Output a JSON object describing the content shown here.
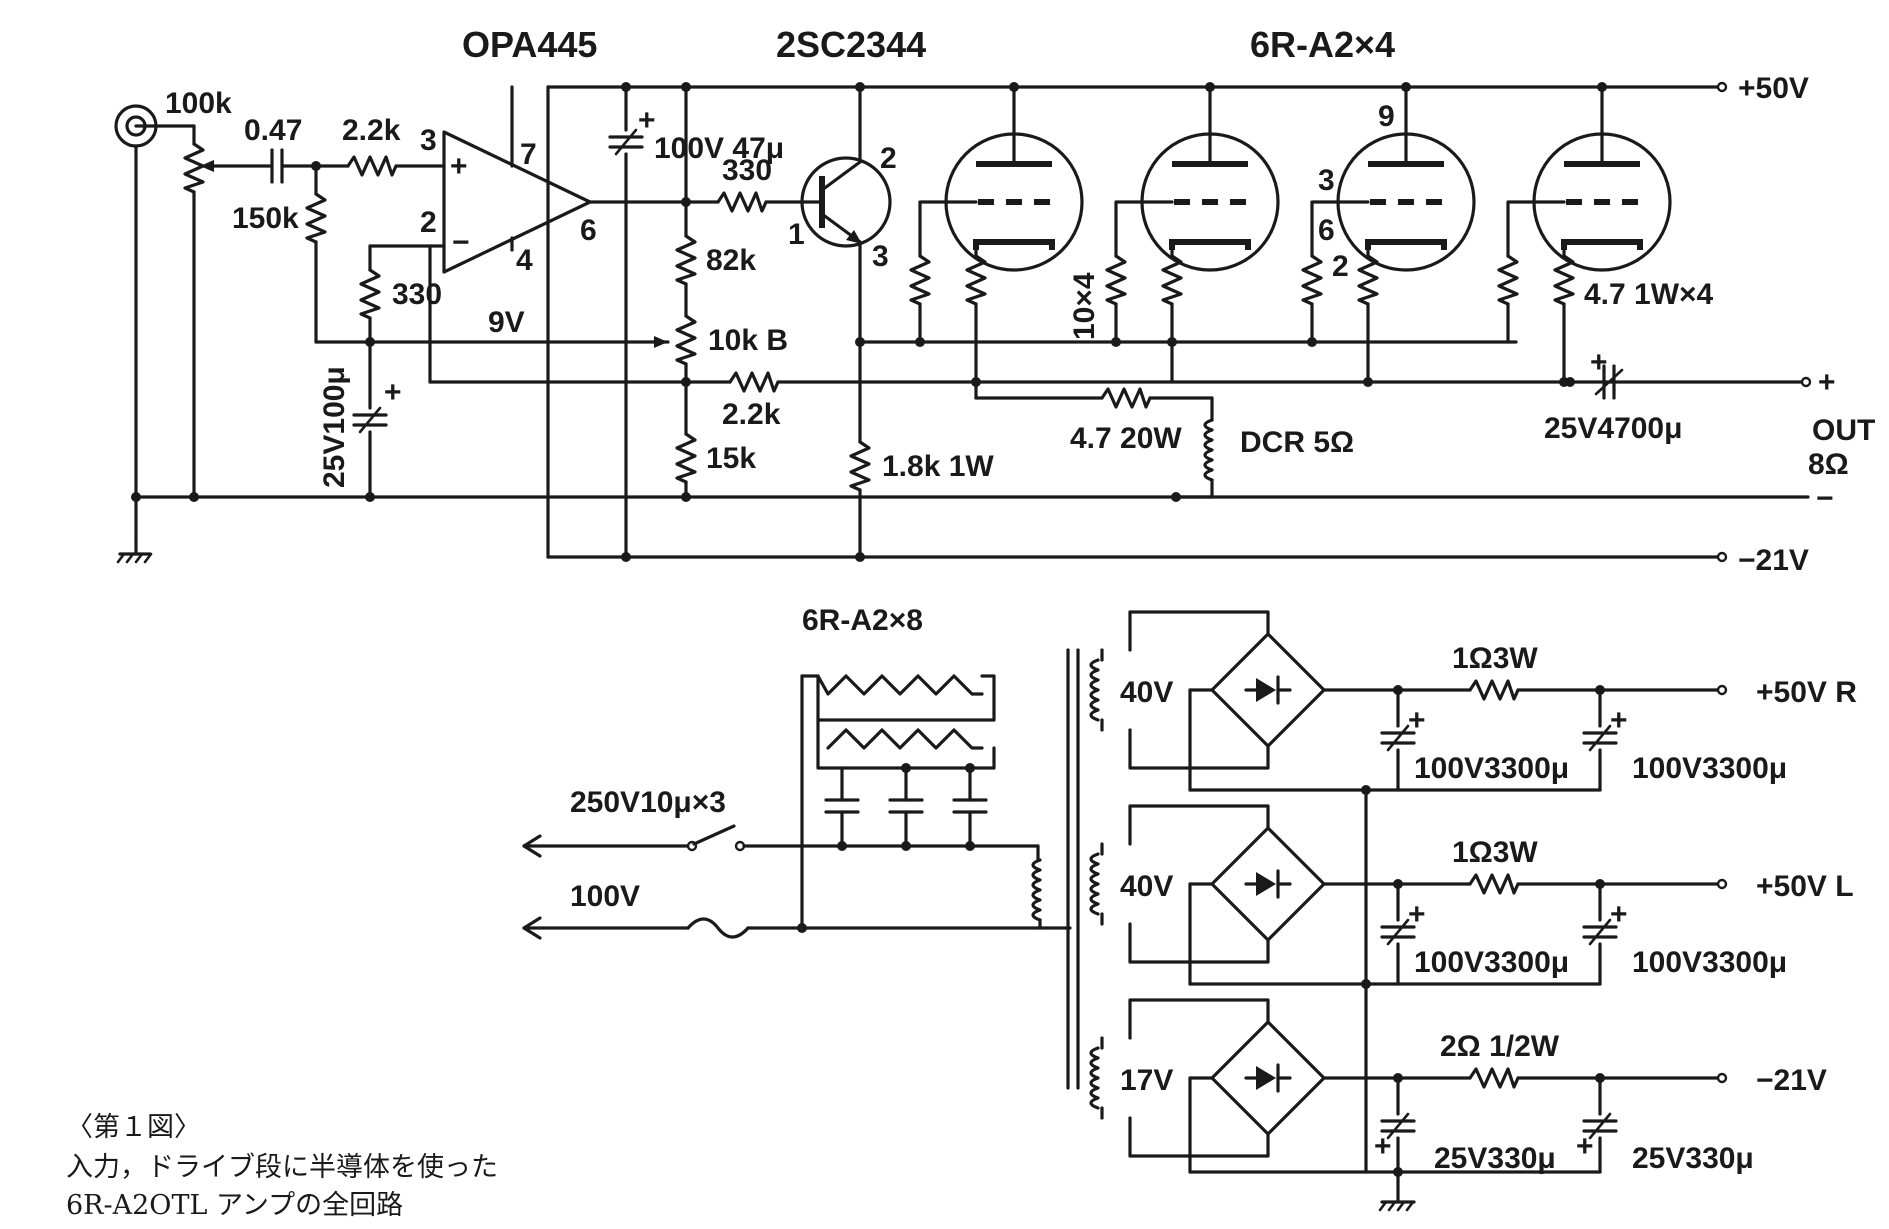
{
  "titles": {
    "opamp": "OPA445",
    "transistor": "2SC2344",
    "tubes": "6R-A2×4"
  },
  "rails": {
    "pos": "+50V",
    "neg": "−21V"
  },
  "input": {
    "volume": "100k",
    "coupling_cap": "0.47",
    "series_r": "2.2k",
    "bias_r": "150k",
    "fb_r": "330",
    "fb_cap": "25V100μ",
    "bias_label": "9V"
  },
  "opamp": {
    "pin3": "3",
    "pin2": "2",
    "pin7": "7",
    "pin4": "4",
    "pin6": "6",
    "plus": "+",
    "minus": "−"
  },
  "driver": {
    "decoupling": "100V 47μ",
    "base_r": "330",
    "pin1": "1",
    "pin2": "2",
    "pin3": "3",
    "r82k": "82k",
    "pot": "10k B",
    "r15k": "15k",
    "nfb_r": "2.2k",
    "emitter_r": "1.8k 1W"
  },
  "output": {
    "pin9": "9",
    "pin3": "3",
    "pin6": "6",
    "pin2": "2",
    "grid_r": "10×4",
    "cathode_r": "4.7 1W×4",
    "choke_r": "4.7 20W",
    "choke": "DCR 5Ω",
    "out_cap": "25V4700μ",
    "plus": "+",
    "minus": "−",
    "out_label": "OUT",
    "impedance": "8Ω"
  },
  "power": {
    "heaters": "6R-A2×8",
    "heater_caps": "250V10μ×3",
    "mains": "100V",
    "sec1": "40V",
    "sec2": "40V",
    "sec3": "17V",
    "r1": "1Ω3W",
    "r2": "1Ω3W",
    "r3": "2Ω 1/2W",
    "c1a": "100V3300μ",
    "c1b": "100V3300μ",
    "c2a": "100V3300μ",
    "c2b": "100V3300μ",
    "c3a": "25V330μ",
    "c3b": "25V330μ",
    "out1": "+50V R",
    "out2": "+50V L",
    "out3": "−21V"
  },
  "caption": {
    "line1": "〈第１図〉",
    "line2": "入力，ドライブ段に半導体を使った",
    "line3": "6R-A2OTL アンプの全回路"
  }
}
